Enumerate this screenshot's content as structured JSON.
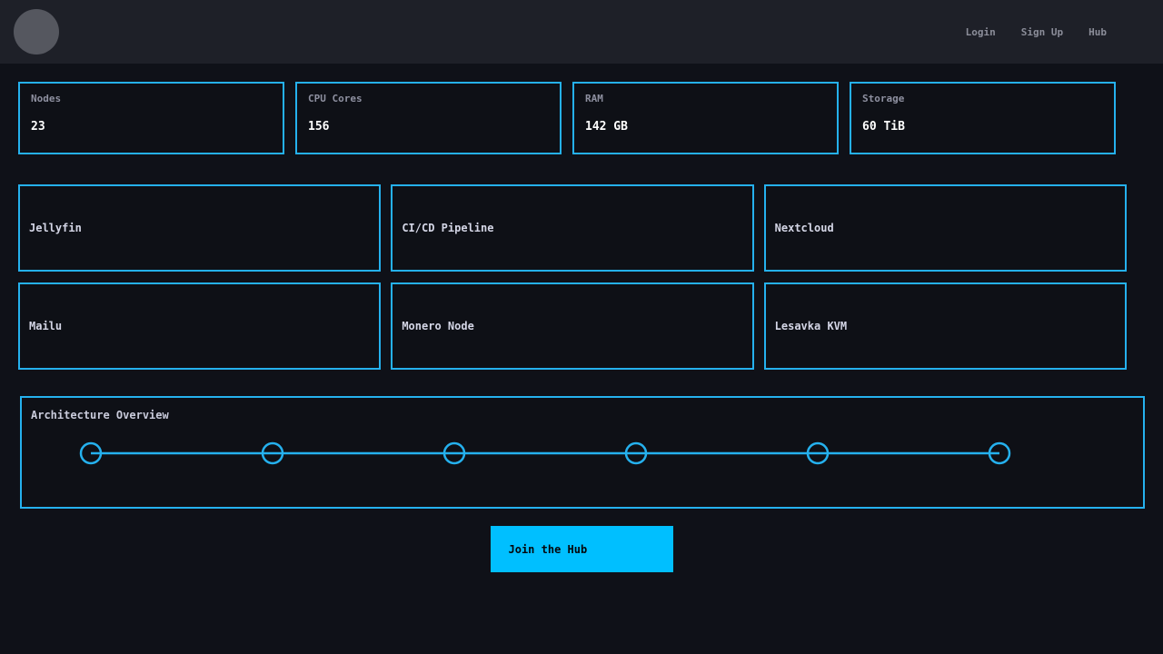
{
  "navbar": {
    "links": [
      {
        "label": "Login"
      },
      {
        "label": "Sign Up"
      },
      {
        "label": "Hub"
      }
    ]
  },
  "stats": {
    "cards": [
      {
        "label": "Nodes",
        "value": "23"
      },
      {
        "label": "CPU Cores",
        "value": "156"
      },
      {
        "label": "RAM",
        "value": "142 GB"
      },
      {
        "label": "Storage",
        "value": "60 TiB"
      }
    ]
  },
  "services": {
    "cards": [
      {
        "title": "Jellyfin"
      },
      {
        "title": "CI/CD Pipeline"
      },
      {
        "title": "Nextcloud"
      },
      {
        "title": "Mailu"
      },
      {
        "title": "Monero Node"
      },
      {
        "title": "Lesavka KVM"
      }
    ]
  },
  "architecture": {
    "title": "Architecture Overview",
    "node_count": 6
  },
  "cta": {
    "label": "Join the Hub"
  },
  "colors": {
    "accent": "#25b1ee",
    "button": "#00bfff",
    "page_bg": "#0f1118",
    "navbar_bg": "#1e2028"
  }
}
